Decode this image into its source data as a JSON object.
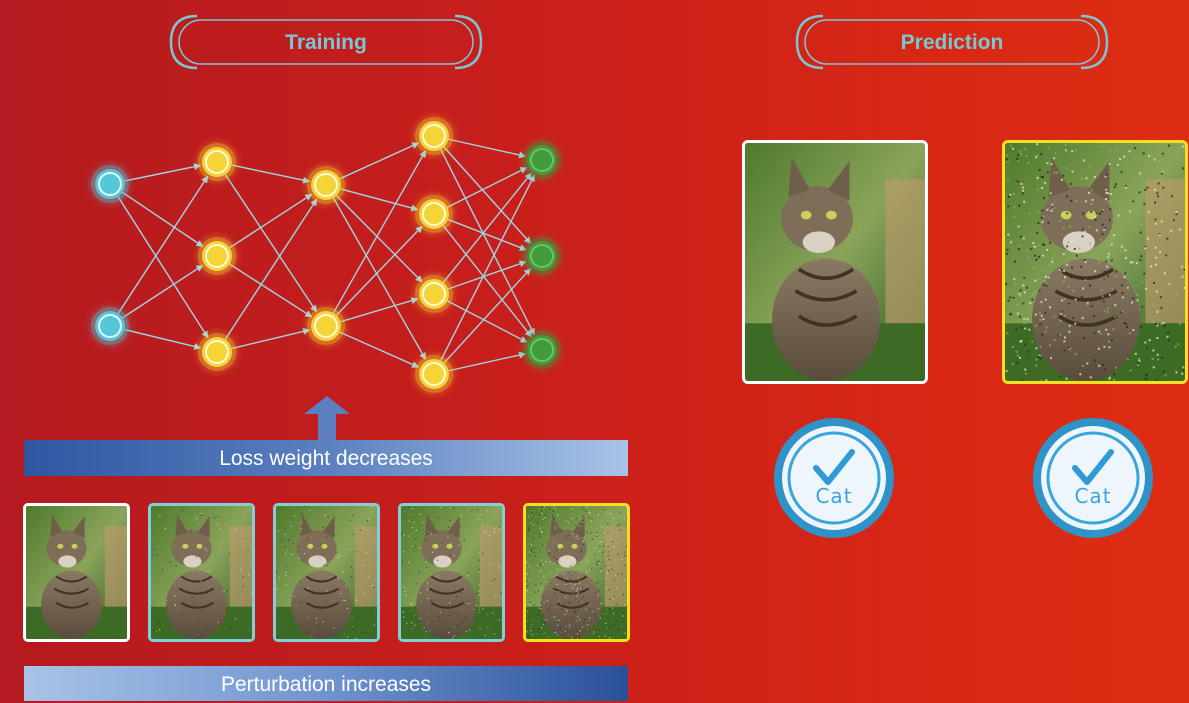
{
  "colors": {
    "input_node": "#55c6d8",
    "hidden_node": "#f5d435",
    "output_node": "#3f9b3c",
    "edge": "#9fd6e2",
    "header_pill": "#79c7d3",
    "clean_border": "#ffffff",
    "perturbed_border": "#7fd0d8",
    "adversarial_border": "#f7e11f",
    "badge_ring": "#3aa5dc"
  },
  "training": {
    "header": "Training",
    "network": {
      "layers": [
        {
          "name": "input",
          "nodes": 2
        },
        {
          "name": "hidden-1",
          "nodes": 3
        },
        {
          "name": "hidden-2",
          "nodes": 2
        },
        {
          "name": "hidden-3",
          "nodes": 4
        },
        {
          "name": "output",
          "nodes": 3
        }
      ]
    },
    "loss_bar": "Loss weight decreases",
    "perturbation_bar": "Perturbation increases",
    "thumbnails": [
      {
        "kind": "clean",
        "noise": 0.0
      },
      {
        "kind": "perturbed",
        "noise": 0.08
      },
      {
        "kind": "perturbed",
        "noise": 0.14
      },
      {
        "kind": "perturbed",
        "noise": 0.22
      },
      {
        "kind": "adversarial",
        "noise": 0.55
      }
    ]
  },
  "prediction": {
    "header": "Prediction",
    "images": [
      {
        "kind": "clean",
        "noise": 0.0
      },
      {
        "kind": "adversarial",
        "noise": 0.6
      }
    ],
    "results": [
      {
        "label": "Cat",
        "icon": "checkmark-icon"
      },
      {
        "label": "Cat",
        "icon": "checkmark-icon"
      }
    ]
  }
}
